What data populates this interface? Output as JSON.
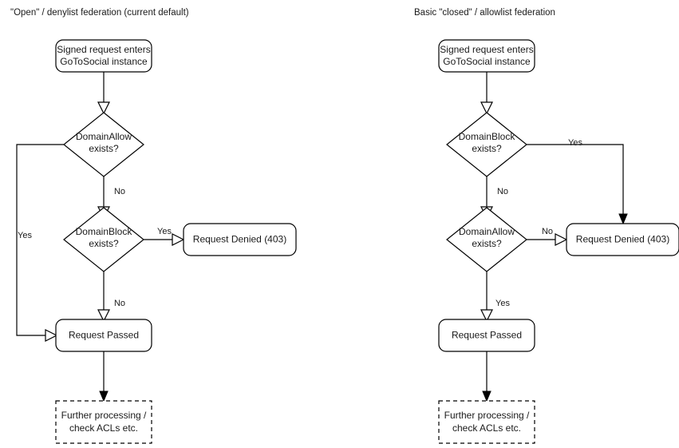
{
  "panels": [
    {
      "id": "open-federation",
      "title": "\"Open\" / denylist federation (current default)",
      "nodes": {
        "entry": "Signed request enters\nGoToSocial instance",
        "entry_line1": "Signed request enters",
        "entry_line2": "GoToSocial instance",
        "decision1_line1": "DomainAllow",
        "decision1_line2": "exists?",
        "decision2_line1": "DomainBlock",
        "decision2_line2": "exists?",
        "denied": "Request Denied (403)",
        "passed": "Request Passed",
        "further_line1": "Further processing /",
        "further_line2": "check ACLs etc."
      },
      "edge_labels": {
        "allow_yes": "Yes",
        "allow_no": "No",
        "block_yes": "Yes",
        "block_no": "No"
      }
    },
    {
      "id": "closed-federation",
      "title": "Basic \"closed\" / allowlist federation",
      "nodes": {
        "entry_line1": "Signed request enters",
        "entry_line2": "GoToSocial instance",
        "decision1_line1": "DomainBlock",
        "decision1_line2": "exists?",
        "decision2_line1": "DomainAllow",
        "decision2_line2": "exists?",
        "denied": "Request Denied (403)",
        "passed": "Request Passed",
        "further_line1": "Further processing /",
        "further_line2": "check ACLs etc."
      },
      "edge_labels": {
        "block_yes": "Yes",
        "block_no": "No",
        "allow_no": "No",
        "allow_yes": "Yes"
      }
    }
  ],
  "colors": {
    "stroke": "#000000",
    "fill": "#ffffff",
    "text": "#1a1a1a",
    "background": "#ffffff"
  },
  "chart_data": {
    "type": "diagram",
    "subtype": "flowchart",
    "title": "GoToSocial federation request filtering flowcharts",
    "diagrams": [
      {
        "name": "\"Open\" / denylist federation (current default)",
        "nodes": [
          {
            "id": "L-entry",
            "label": "Signed request enters GoToSocial instance",
            "shape": "rounded-rect"
          },
          {
            "id": "L-allow",
            "label": "DomainAllow exists?",
            "shape": "diamond"
          },
          {
            "id": "L-block",
            "label": "DomainBlock exists?",
            "shape": "diamond"
          },
          {
            "id": "L-denied",
            "label": "Request Denied (403)",
            "shape": "rounded-rect"
          },
          {
            "id": "L-passed",
            "label": "Request Passed",
            "shape": "rounded-rect"
          },
          {
            "id": "L-further",
            "label": "Further processing / check ACLs etc.",
            "shape": "dashed-rect"
          }
        ],
        "edges": [
          {
            "from": "L-entry",
            "to": "L-allow",
            "label": "",
            "arrow": "open"
          },
          {
            "from": "L-allow",
            "to": "L-passed",
            "label": "Yes",
            "arrow": "open"
          },
          {
            "from": "L-allow",
            "to": "L-block",
            "label": "No",
            "arrow": "open"
          },
          {
            "from": "L-block",
            "to": "L-denied",
            "label": "Yes",
            "arrow": "open"
          },
          {
            "from": "L-block",
            "to": "L-passed",
            "label": "No",
            "arrow": "open"
          },
          {
            "from": "L-passed",
            "to": "L-further",
            "label": "",
            "arrow": "filled"
          }
        ]
      },
      {
        "name": "Basic \"closed\" / allowlist federation",
        "nodes": [
          {
            "id": "R-entry",
            "label": "Signed request enters GoToSocial instance",
            "shape": "rounded-rect"
          },
          {
            "id": "R-block",
            "label": "DomainBlock exists?",
            "shape": "diamond"
          },
          {
            "id": "R-allow",
            "label": "DomainAllow exists?",
            "shape": "diamond"
          },
          {
            "id": "R-denied",
            "label": "Request Denied (403)",
            "shape": "rounded-rect"
          },
          {
            "id": "R-passed",
            "label": "Request Passed",
            "shape": "rounded-rect"
          },
          {
            "id": "R-further",
            "label": "Further processing / check ACLs etc.",
            "shape": "dashed-rect"
          }
        ],
        "edges": [
          {
            "from": "R-entry",
            "to": "R-block",
            "label": "",
            "arrow": "open"
          },
          {
            "from": "R-block",
            "to": "R-denied",
            "label": "Yes",
            "arrow": "filled"
          },
          {
            "from": "R-block",
            "to": "R-allow",
            "label": "No",
            "arrow": "open"
          },
          {
            "from": "R-allow",
            "to": "R-denied",
            "label": "No",
            "arrow": "open"
          },
          {
            "from": "R-allow",
            "to": "R-passed",
            "label": "Yes",
            "arrow": "open"
          },
          {
            "from": "R-passed",
            "to": "R-further",
            "label": "",
            "arrow": "filled"
          }
        ]
      }
    ]
  }
}
